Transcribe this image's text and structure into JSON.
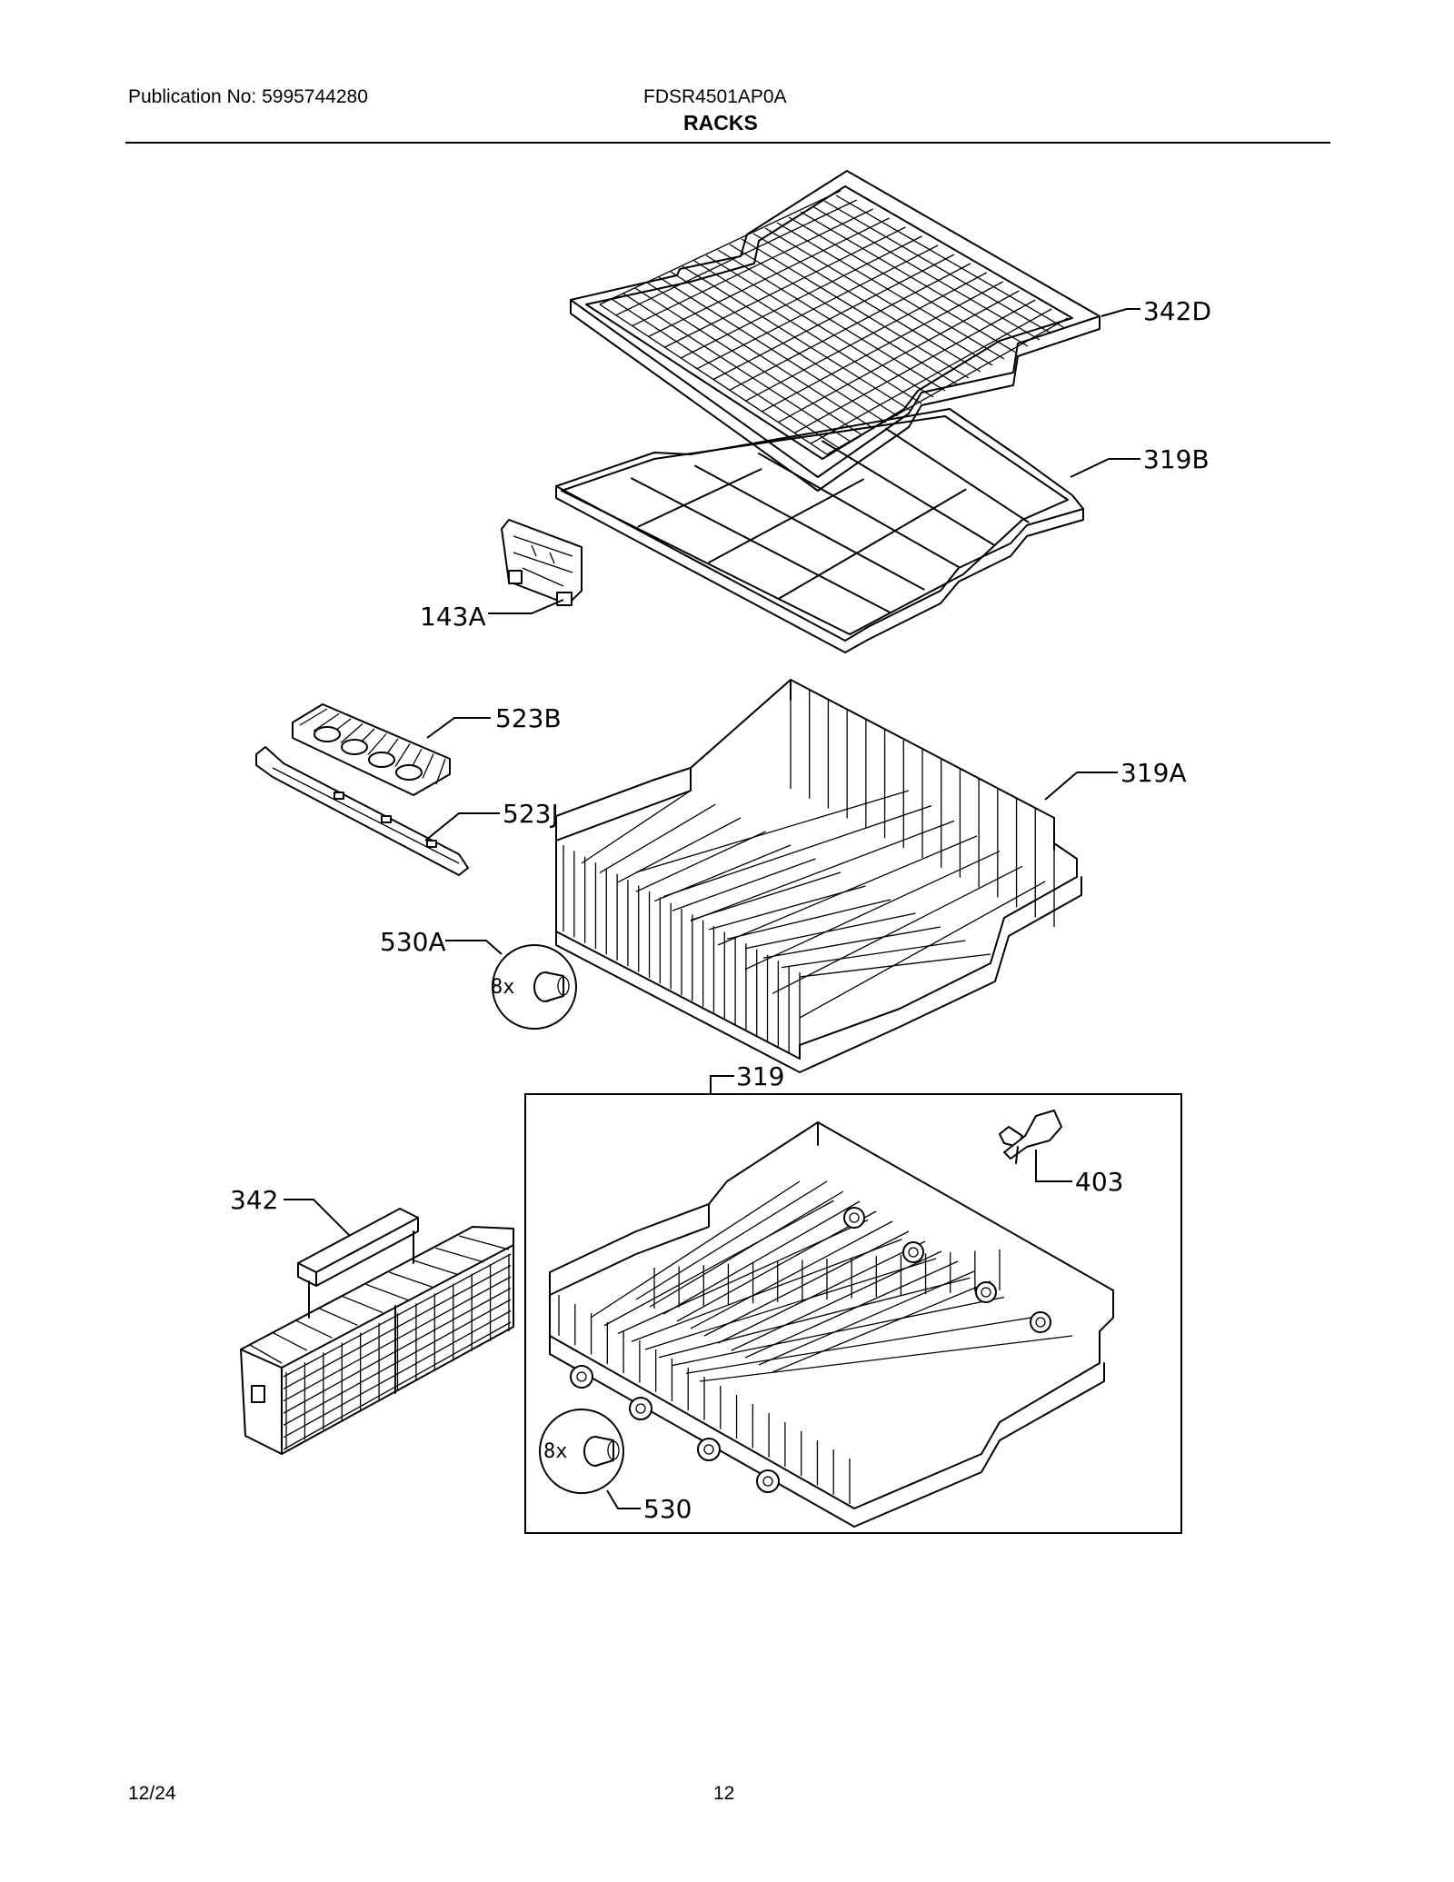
{
  "header": {
    "publication": "Publication No: 5995744280",
    "model": "FDSR4501AP0A",
    "section": "RACKS"
  },
  "footer": {
    "date": "12/24",
    "page": "12"
  },
  "parts": {
    "p342D": "342D",
    "p319B": "319B",
    "p143A": "143A",
    "p523B": "523B",
    "p523J": "523J",
    "p319A": "319A",
    "p530A": "530A",
    "p319": "319",
    "p403": "403",
    "p342": "342",
    "p530": "530"
  },
  "callouts": {
    "qty_530A": "8x",
    "qty_530": "8x"
  }
}
